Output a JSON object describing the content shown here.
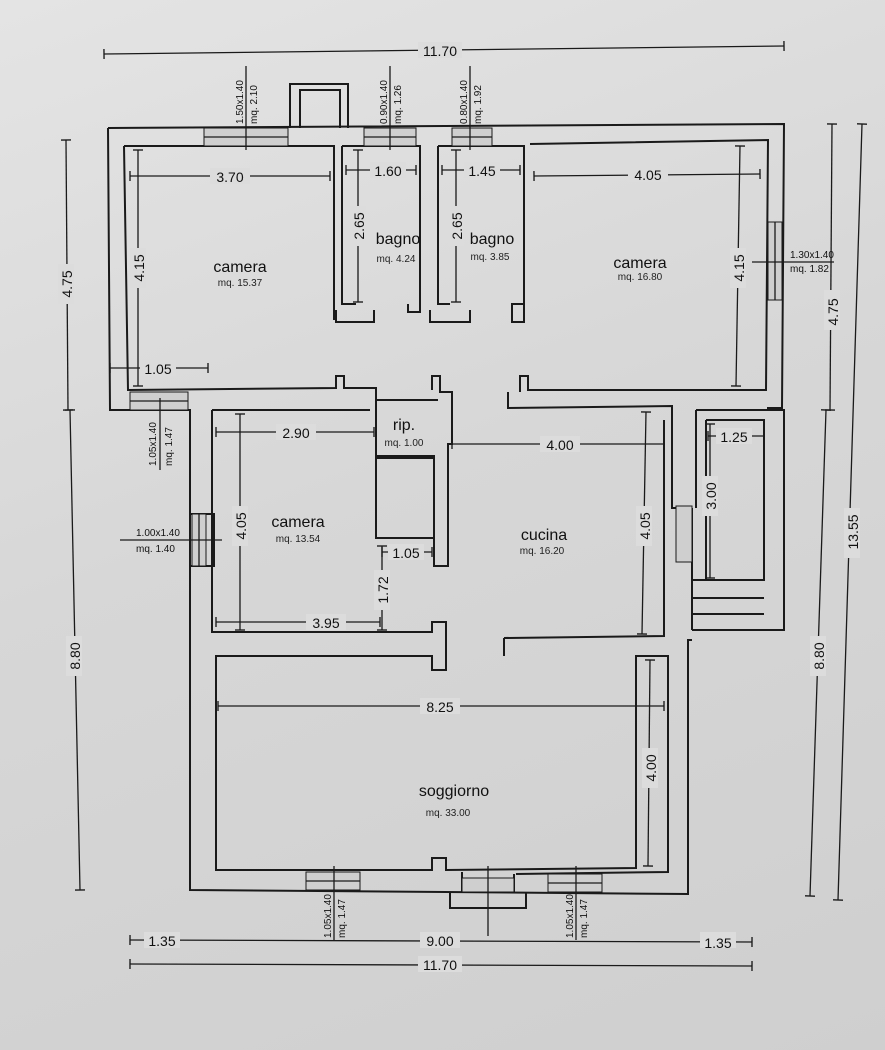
{
  "rooms": {
    "camera_nw": {
      "name": "camera",
      "area": "mq. 15.37"
    },
    "bagno_1": {
      "name": "bagno",
      "area": "mq. 4.24"
    },
    "bagno_2": {
      "name": "bagno",
      "area": "mq. 3.85"
    },
    "camera_ne": {
      "name": "camera",
      "area": "mq. 16.80"
    },
    "rip": {
      "name": "rip.",
      "area": "mq. 1.00"
    },
    "camera_c": {
      "name": "camera",
      "area": "mq. 13.54"
    },
    "cucina": {
      "name": "cucina",
      "area": "mq. 16.20"
    },
    "soggiorno": {
      "name": "soggiorno",
      "area": "mq. 33.00"
    }
  },
  "dimensions": {
    "top_total": "11.70",
    "bottom_total": "11.70",
    "bottom_left": "1.35",
    "bottom_mid": "9.00",
    "bottom_right": "1.35",
    "left_upper": "4.75",
    "left_lower": "8.80",
    "right_upper": "4.75",
    "right_lower": "8.80",
    "right_total": "13.55",
    "camera_nw_w": "3.70",
    "camera_nw_h": "4.15",
    "bagno1_w": "1.60",
    "bagno1_h": "2.65",
    "bagno2_w": "1.45",
    "bagno2_h": "2.65",
    "camera_ne_w": "4.05",
    "camera_ne_h": "4.15",
    "step_w": "1.05",
    "camera_c_w": "2.90",
    "camera_c_h": "4.05",
    "camera_c_w2": "3.95",
    "rip_w": "1.05",
    "rip_h": "1.72",
    "cucina_w": "4.00",
    "cucina_h": "4.05",
    "porch_w": "1.25",
    "porch_h": "3.00",
    "soggiorno_w": "8.25",
    "soggiorno_h": "4.00"
  },
  "windows": {
    "w1": {
      "size": "1.50x1.40",
      "area": "mq. 2.10"
    },
    "w2": {
      "size": "0.90x1.40",
      "area": "mq. 1.26"
    },
    "w3": {
      "size": "0.80x1.40",
      "area": "mq. 1.92"
    },
    "w4": {
      "size": "1.30x1.40",
      "area": "mq. 1.82"
    },
    "w5": {
      "size": "1.05x1.40",
      "area": "mq. 1.47"
    },
    "w6": {
      "size": "1.00x1.40",
      "area": "mq. 1.40"
    },
    "w7": {
      "size": "1.05x1.40",
      "area": "mq. 1.47"
    },
    "w8": {
      "size": "1.05x1.40",
      "area": "mq. 1.47"
    }
  }
}
